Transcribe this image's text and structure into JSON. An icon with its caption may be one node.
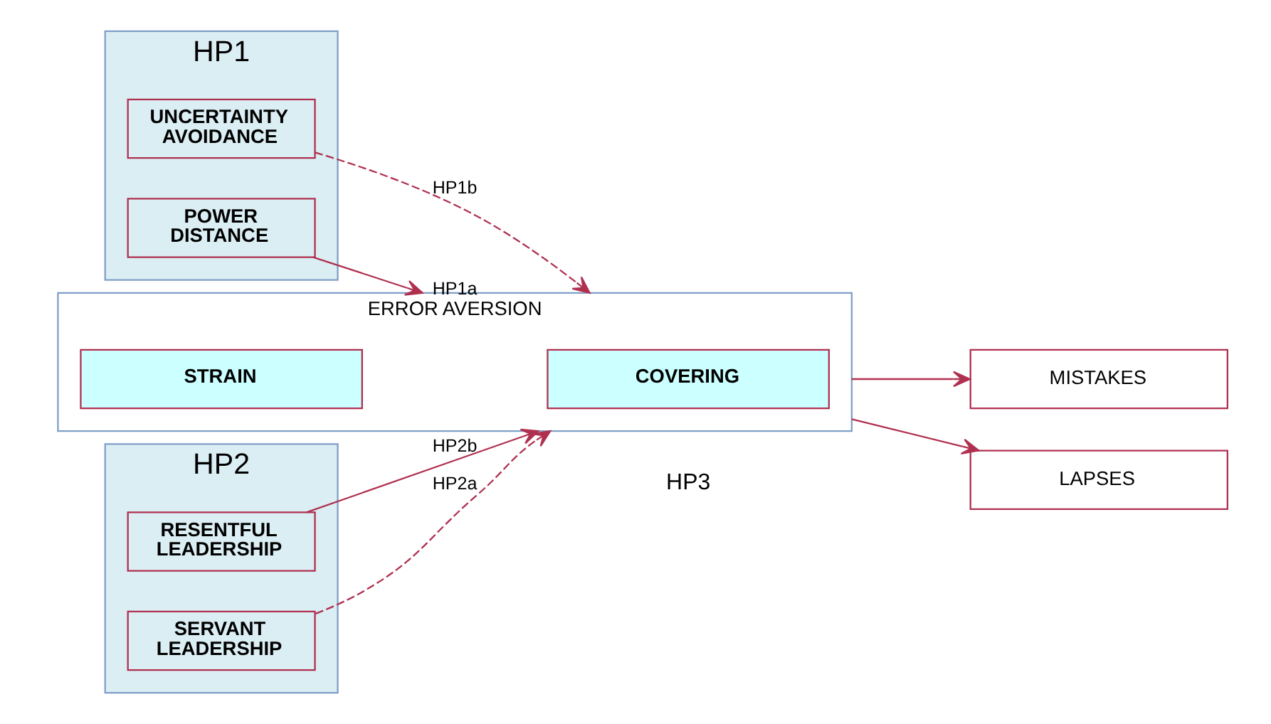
{
  "diagram": {
    "nodes": [
      {
        "text": [
          "HP1"
        ]
      },
      {
        "text": [
          "POWER DISTANCE"
        ],
        "in": 0
      },
      {
        "text": [
          "UNCERTAINTY AVOIDANCE"
        ],
        "in": 0
      },
      {
        "text": [
          "HP2"
        ]
      },
      {
        "text": [
          "SERVANT LEADERSHIP"
        ],
        "in": 3
      },
      {
        "text": [
          "RESENTFUL LEADERSHIP"
        ],
        "in": 3
      },
      {
        "text": [
          "ERROR AVERSION"
        ]
      },
      {
        "text": [
          "COVERING"
        ],
        "in": 6
      },
      {
        "text": [
          "STRAIN"
        ],
        "in": 6
      },
      {
        "text": [
          "LAPSES"
        ]
      },
      {
        "text": [
          "MISTAKES"
        ]
      }
    ],
    "edges": [
      {
        "from": 1,
        "to": 6,
        "arrow": "to",
        "label": "HP1a"
      },
      {
        "from": 2,
        "to": 6,
        "arrow": "to",
        "label": "HP1b",
        "style": "dashed"
      },
      {
        "from": 4,
        "to": 6,
        "arrow": "to",
        "label": "HP2a",
        "style": "dashed"
      },
      {
        "from": 5,
        "to": 6,
        "arrow": "to",
        "label": "HP2b"
      },
      {
        "from": 6,
        "to": 9,
        "arrow": "to"
      },
      {
        "from": 6,
        "to": 10,
        "arrow": "to"
      }
    ],
    "labels": [
      "HP3"
    ]
  }
}
